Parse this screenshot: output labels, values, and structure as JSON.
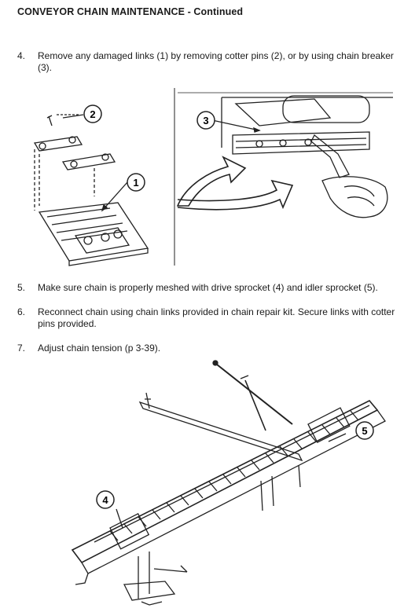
{
  "header": {
    "title": "CONVEYOR CHAIN MAINTENANCE - Continued"
  },
  "steps": [
    {
      "number": "4.",
      "text": "Remove any damaged links (1) by removing cotter pins (2), or by using chain breaker (3)."
    },
    {
      "number": "5.",
      "text": "Make sure chain is properly meshed with drive sprocket (4) and idler sprocket (5)."
    },
    {
      "number": "6.",
      "text": "Reconnect chain using chain links provided in chain repair kit.  Secure links with cotter pins provided."
    },
    {
      "number": "7.",
      "text": "Adjust chain tension (p 3-39)."
    }
  ],
  "callouts": {
    "c1": "1",
    "c2": "2",
    "c3": "3",
    "c4": "4",
    "c5": "5"
  }
}
